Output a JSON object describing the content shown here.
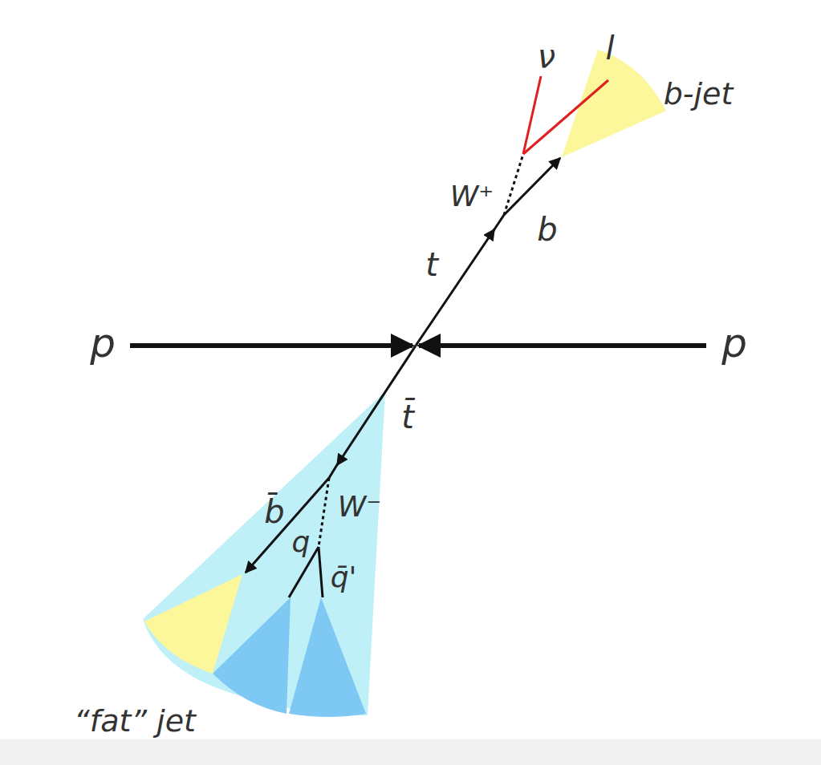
{
  "diagram": {
    "labels": [
      "p",
      "p",
      "t",
      "t̄",
      "W⁺",
      "b",
      "ν",
      "l",
      "b-jet",
      "b̄",
      "W⁻",
      "q",
      "q̄'",
      "“fat” jet"
    ]
  }
}
